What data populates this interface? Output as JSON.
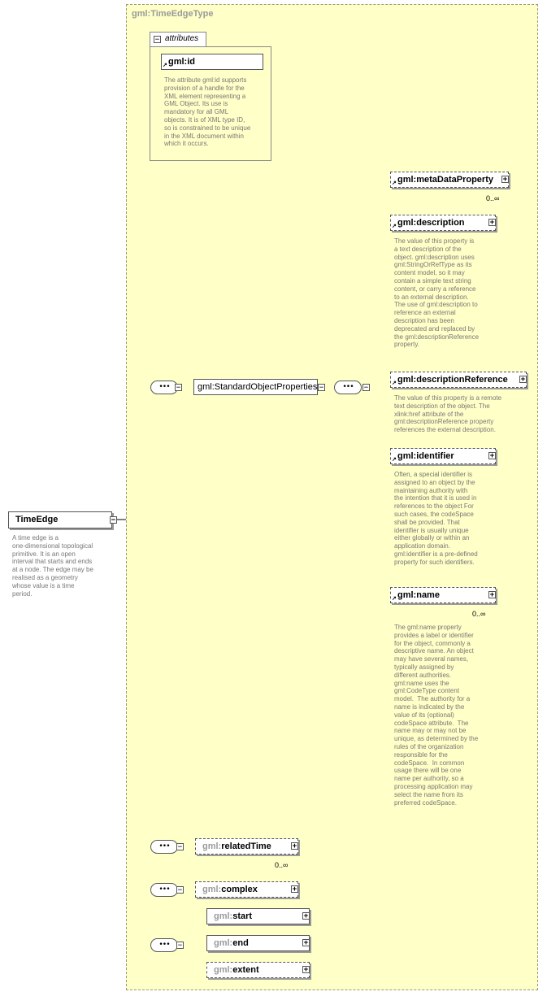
{
  "root": {
    "name": "TimeEdge",
    "description": "A time edge is a\none-dimensional topological\nprimitive. It is an open\ninterval that starts and ends\nat a node. The edge may be\nrealised as a geometry\nwhose value is a time\nperiod."
  },
  "type_name": "gml:TimeEdgeType",
  "attributes": {
    "tab_label": "attributes",
    "id": {
      "name": "gml:id",
      "description": "The attribute gml:id supports\nprovision of a handle for the\nXML element representing a\nGML Object. Its use is\nmandatory for all GML\nobjects. It is of XML type ID,\nso is constrained to be unique\nin the XML document within\nwhich it occurs."
    }
  },
  "group": {
    "name": "gml:StandardObjectProperties"
  },
  "group_elements": {
    "metaDataProperty": {
      "name": "gml:metaDataProperty",
      "cardinality": "0..∞"
    },
    "description": {
      "name": "gml:description",
      "text": "The value of this property is\na text description of the\nobject. gml:description uses\ngml:StringOrRefType as its\ncontent model, so it may\ncontain a simple text string\ncontent, or carry a reference\nto an external description.\nThe use of gml:description to\nreference an external\ndescription has been\ndeprecated and replaced by\nthe gml:descriptionReference\nproperty."
    },
    "descriptionReference": {
      "name": "gml:descriptionReference",
      "text": "The value of this property is a remote\ntext description of the object. The\nxlink:href attribute of the\ngml:descriptionReference property\nreferences the external description."
    },
    "identifier": {
      "name": "gml:identifier",
      "text": "Often, a special identifier is\nassigned to an object by the\nmaintaining authority with\nthe intention that it is used in\nreferences to the object For\nsuch cases, the codeSpace\nshall be provided. That\nidentifier is usually unique\neither globally or within an\napplication domain.\ngml:identifier is a pre-defined\nproperty for such identifiers."
    },
    "name": {
      "name": "gml:name",
      "cardinality": "0..∞",
      "text": "The gml:name property\nprovides a label or identifier\nfor the object, commonly a\ndescriptive name. An object\nmay have several names,\ntypically assigned by\ndifferent authorities.\ngml:name uses the\ngml:CodeType content\nmodel.  The authority for a\nname is indicated by the\nvalue of its (optional)\ncodeSpace attribute.  The\nname may or may not be\nunique, as determined by the\nrules of the organization\nresponsible for the\ncodeSpace.  In common\nusage there will be one\nname per authority, so a\nprocessing application may\nselect the name from its\npreferred codeSpace."
    }
  },
  "related_time": {
    "prefix": "gml:",
    "local": "relatedTime",
    "cardinality": "0..∞"
  },
  "complex": {
    "prefix": "gml:",
    "local": "complex"
  },
  "start": {
    "prefix": "gml:",
    "local": "start"
  },
  "end": {
    "prefix": "gml:",
    "local": "end"
  },
  "extent": {
    "prefix": "gml:",
    "local": "extent"
  },
  "glyphs": {
    "sequence": "•••",
    "collapse": "−",
    "expand": "+",
    "ref_arrow": "↗"
  }
}
